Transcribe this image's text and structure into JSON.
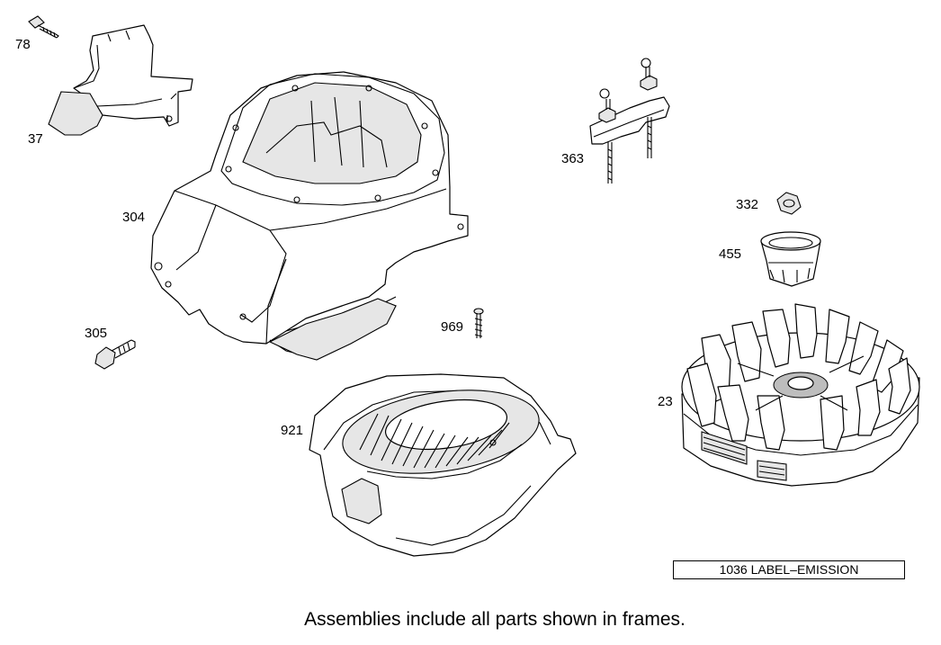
{
  "parts": [
    {
      "id": "p78",
      "number": "78"
    },
    {
      "id": "p37",
      "number": "37"
    },
    {
      "id": "p304",
      "number": "304"
    },
    {
      "id": "p305",
      "number": "305"
    },
    {
      "id": "p363",
      "number": "363"
    },
    {
      "id": "p332",
      "number": "332"
    },
    {
      "id": "p455",
      "number": "455"
    },
    {
      "id": "p969",
      "number": "969"
    },
    {
      "id": "p921",
      "number": "921"
    },
    {
      "id": "p23",
      "number": "23"
    }
  ],
  "emission_label": "1036 LABEL–EMISSION",
  "footer_note": "Assemblies include all parts shown in frames."
}
